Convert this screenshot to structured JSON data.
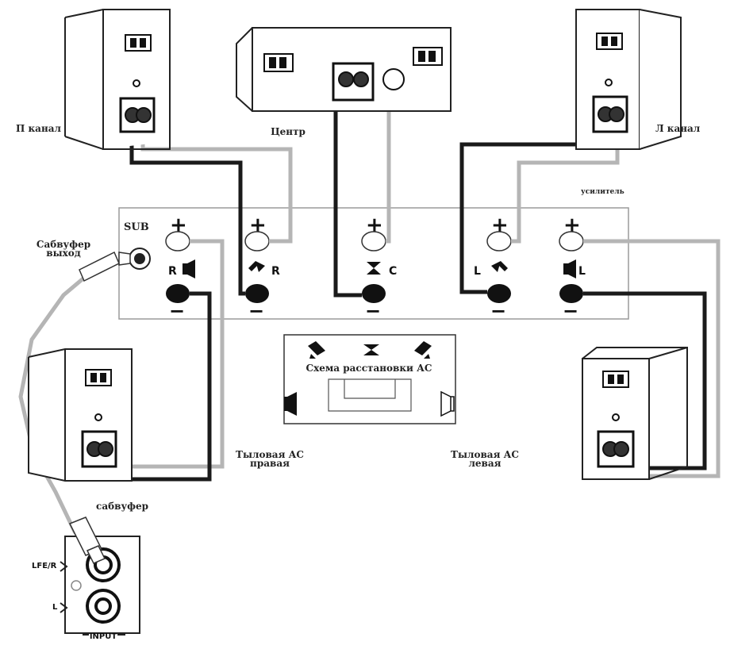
{
  "labels": {
    "right_channel": "П канал",
    "center": "Центр",
    "left_channel": "Л канал",
    "amplifier": "усилитель",
    "sub_out_line1": "Сабвуфер",
    "sub_out_line2": "выход",
    "rear_right_line1": "Тыловая АС",
    "rear_right_line2": "правая",
    "rear_left_line1": "Тыловая АС",
    "rear_left_line2": "левая",
    "subwoofer": "сабвуфер",
    "layout_scheme": "Схема расстановки АС"
  },
  "panel": {
    "sub_label": "SUB",
    "plus": "+",
    "minus": "−",
    "terminals": [
      "R",
      "R",
      "C",
      "L",
      "L"
    ]
  },
  "sub_input": {
    "lfe_label": "LFE/R",
    "l_label": "L",
    "input_label": "INPUT"
  },
  "colors": {
    "line": "#1a1a1a",
    "gray_wire": "#b5b5b5",
    "panel_border": "#9a9a9a",
    "cabinet_stroke": "#222222"
  }
}
